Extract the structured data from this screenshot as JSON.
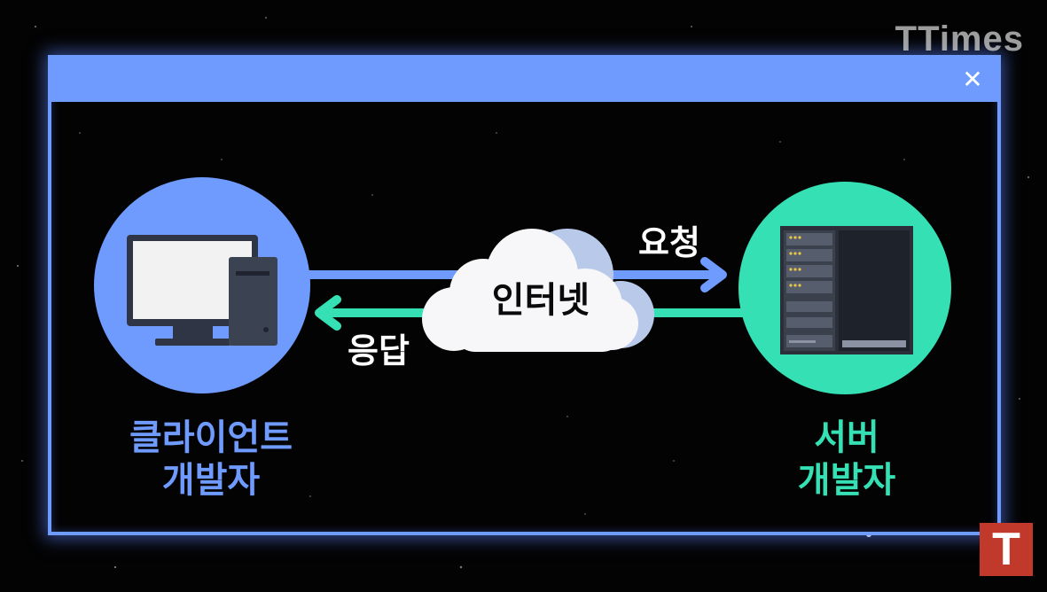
{
  "brand": {
    "logo_text": "TTimes",
    "corner_badge": "T"
  },
  "window": {
    "close_symbol": "✕",
    "titlebar_color": "#6f9bff"
  },
  "diagram": {
    "client_label_line1": "클라이언트",
    "client_label_line2": "개발자",
    "server_label_line1": "서버",
    "server_label_line2": "개발자",
    "cloud_label": "인터넷",
    "request_label": "요청",
    "response_label": "응답",
    "client_color": "#6f9bff",
    "server_color": "#35e0b4",
    "client_icon": "desktop-computer-icon",
    "server_icon": "server-rack-icon",
    "cloud_icon": "cloud-icon"
  }
}
